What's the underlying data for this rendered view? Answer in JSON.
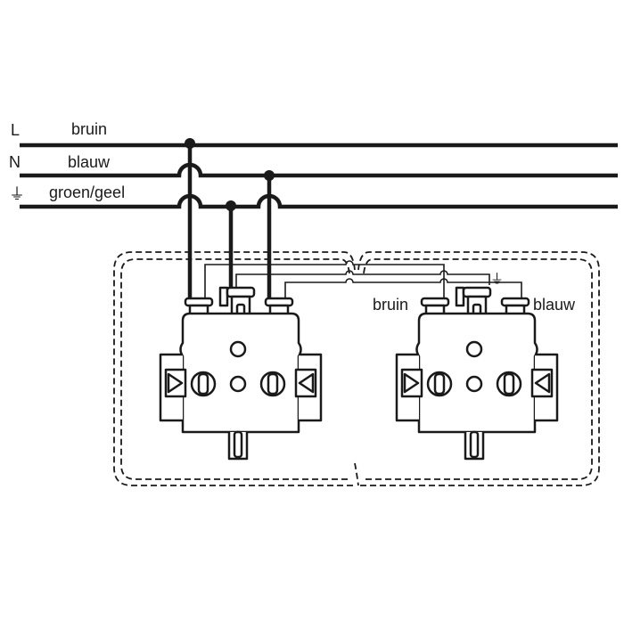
{
  "lines": [
    {
      "symbol": "L",
      "color_label": "bruin"
    },
    {
      "symbol": "N",
      "color_label": "blauw"
    },
    {
      "symbol": "⏚",
      "color_label": "groen/geel"
    }
  ],
  "socket_right": {
    "label_left": "bruin",
    "label_right": "blauw",
    "earth_symbol": "⏚"
  },
  "colors": {
    "ink": "#1a1a1a",
    "background": "#ffffff"
  }
}
